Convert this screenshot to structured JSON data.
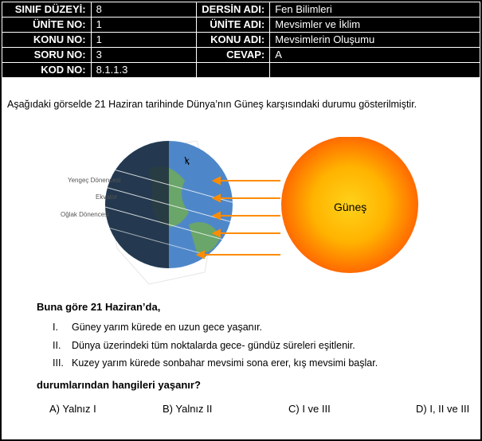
{
  "meta": {
    "rows": [
      {
        "l1": "SINIF DÜZEYİ:",
        "v1": "8",
        "l2": "DERSİN ADI:",
        "v2": "Fen Bilimleri"
      },
      {
        "l1": "ÜNİTE NO:",
        "v1": "1",
        "l2": "ÜNİTE ADI:",
        "v2": "Mevsimler ve İklim"
      },
      {
        "l1": "KONU NO:",
        "v1": "1",
        "l2": "KONU ADI:",
        "v2": "Mevsimlerin Oluşumu"
      },
      {
        "l1": "SORU NO:",
        "v1": "3",
        "l2": "CEVAP:",
        "v2": "A"
      },
      {
        "l1": "KOD NO:",
        "v1": "8.1.1.3",
        "l2": "",
        "v2": ""
      }
    ]
  },
  "question": "Aşağıdaki görselde 21 Haziran tarihinde Dünya’nın Güneş karşısındaki durumu gösterilmiştir.",
  "figure": {
    "sun_label": "Güneş",
    "earth_labels": [
      "Yengeç Dönencesi",
      "Ekvator",
      "Oğlak Dönencesi"
    ],
    "axis_label": "K",
    "colors": {
      "sun_core": "#ffd21a",
      "sun_edge": "#ff6a00",
      "ray": "#ff8c00",
      "ocean": "#4e87c9",
      "land": "#6aa56a",
      "night": "#1f2f3d"
    }
  },
  "stem": "Buna göre 21 Haziran’da,",
  "items": [
    {
      "num": "I.",
      "text": "Güney yarım kürede en uzun gece yaşanır."
    },
    {
      "num": "II.",
      "text": "Dünya üzerindeki tüm noktalarda gece- gündüz süreleri eşitlenir."
    },
    {
      "num": "III.",
      "text": "Kuzey yarım kürede sonbahar mevsimi sona erer, kış mevsimi başlar."
    }
  ],
  "ask": "durumlarından hangileri yaşanır?",
  "options": [
    "A) Yalnız I",
    "B) Yalnız II",
    "C) I ve III",
    "D) I, II ve III"
  ]
}
